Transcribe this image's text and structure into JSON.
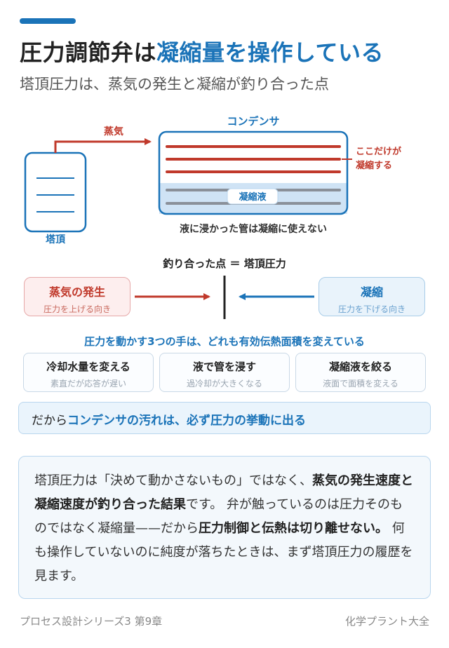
{
  "header": {
    "title_plain": "圧力調節弁は",
    "title_highlight": "凝縮量を操作している",
    "subtitle": "塔頂圧力は、蒸気の発生と凝縮が釣り合った点"
  },
  "diagram": {
    "tower_label": "塔頂",
    "steam_label": "蒸気",
    "condenser_label": "コンデンサ",
    "condensate_label": "凝縮液",
    "only_here_line1": "ここだけが",
    "only_here_line2": "凝縮する",
    "submerged_note": "液に浸かった管は凝縮に使えない"
  },
  "balance": {
    "equation": "釣り合った点 ＝ 塔頂圧力",
    "steam_box": {
      "title": "蒸気の発生",
      "sub": "圧力を上げる向き"
    },
    "cond_box": {
      "title": "凝縮",
      "sub": "圧力を下げる向き"
    }
  },
  "levers": {
    "title": "圧力を動かす3つの手は、どれも有効伝熱面積を変えている",
    "items": [
      {
        "title": "冷却水量を変える",
        "sub": "素直だが応答が遅い"
      },
      {
        "title": "液で管を浸す",
        "sub": "過冷却が大きくなる"
      },
      {
        "title": "凝縮液を絞る",
        "sub": "液面で面積を変える"
      }
    ]
  },
  "callout": {
    "prefix": "だから",
    "highlight": "コンデンサの汚れは、必ず圧力の挙動に出る"
  },
  "explanation": {
    "p1": "塔頂圧力は「決めて動かさないもの」ではなく、",
    "b1": "蒸気の発生速度と凝縮速度が釣り合った結果",
    "p2": "です。 弁が触っているのは圧力そのものではなく凝縮量——だから",
    "b2": "圧力制御と伝熱は切り離せない。",
    "p3": " 何も操作していないのに純度が落ちたときは、まず塔頂圧力の履歴を見ます。"
  },
  "footer": {
    "left": "プロセス設計シリーズ3 第9章",
    "right": "化学プラント大全"
  },
  "colors": {
    "blue": "#1a73b8",
    "red": "#c0392b",
    "liquid": "#cfe3f5",
    "tube_gray": "#8a9099"
  }
}
